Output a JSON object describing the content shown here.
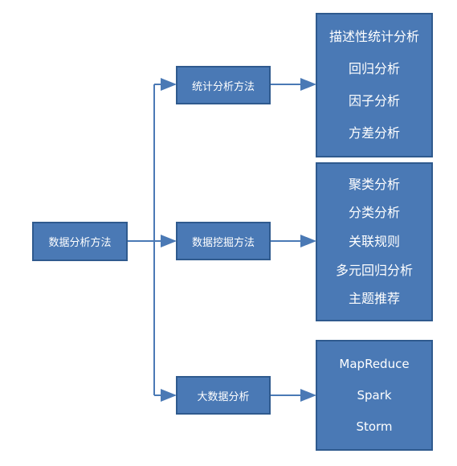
{
  "root": {
    "label": "数据分析方法"
  },
  "branches": [
    {
      "label": "统计分析方法",
      "items": [
        "描述性统计分析",
        "回归分析",
        "因子分析",
        "方差分析"
      ]
    },
    {
      "label": "数据挖掘方法",
      "items": [
        "聚类分析",
        "分类分析",
        "关联规则",
        "多元回归分析",
        "主题推荐"
      ]
    },
    {
      "label": "大数据分析",
      "items": [
        "MapReduce",
        "Spark",
        "Storm"
      ]
    }
  ],
  "colors": {
    "box_fill": "#4a79b5",
    "box_border": "#2f5a8e",
    "connector": "#4a79b5",
    "text": "#ffffff"
  }
}
